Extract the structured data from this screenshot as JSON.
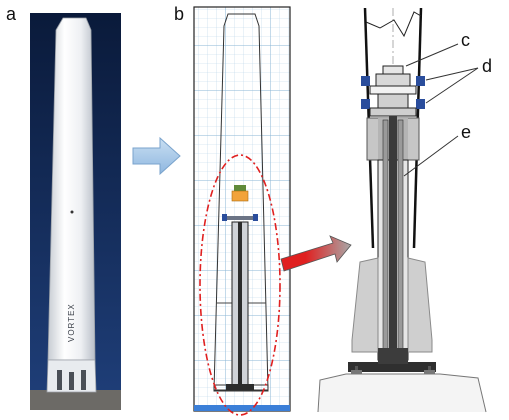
{
  "panels": {
    "a": {
      "label": "a",
      "brand_text": "VORTEX"
    },
    "b": {
      "label": "b"
    },
    "c": {
      "label_c": "c",
      "label_d": "d",
      "label_e": "e"
    }
  },
  "colors": {
    "background": "#ffffff",
    "photo_bg_top": "#0a1a3a",
    "photo_bg_bottom": "#1f3f7a",
    "grid": "#9ec3de",
    "arrow_blue": "#9dc3e6",
    "arrow_red": "#e02020",
    "ellipse_red": "#e02020",
    "seal_blue": "#2a4d9c",
    "orange_part": "#f2a33a"
  }
}
